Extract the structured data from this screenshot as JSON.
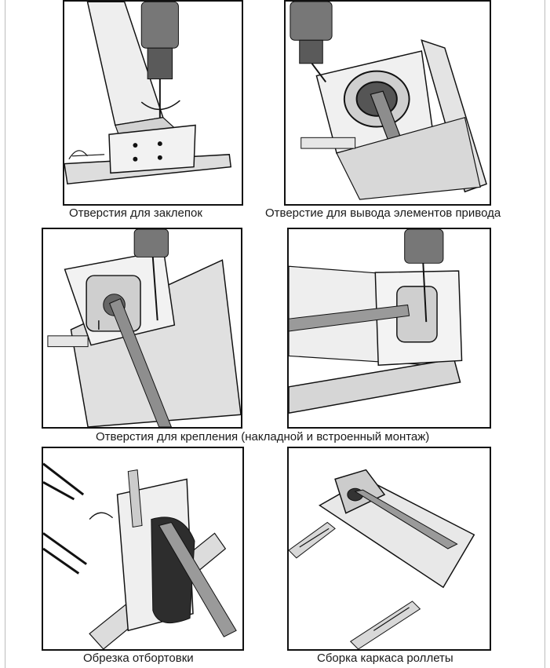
{
  "captions": {
    "rivet_holes": "Отверстия для заклепок",
    "drive_outlet_hole": "Отверстие для вывода элементов привода",
    "mounting_holes": "Отверстия для крепления (накладной и встроенный монтаж)",
    "flange_trimming": "Обрезка отбортовки",
    "shutter_frame_assembly": "Сборка каркаса роллеты"
  },
  "colors": {
    "line": "#111111",
    "metal_light": "#e9e9e9",
    "metal_mid": "#c8c8c8",
    "metal_dark": "#8a8a8a",
    "shadow": "#3a3a3a"
  }
}
